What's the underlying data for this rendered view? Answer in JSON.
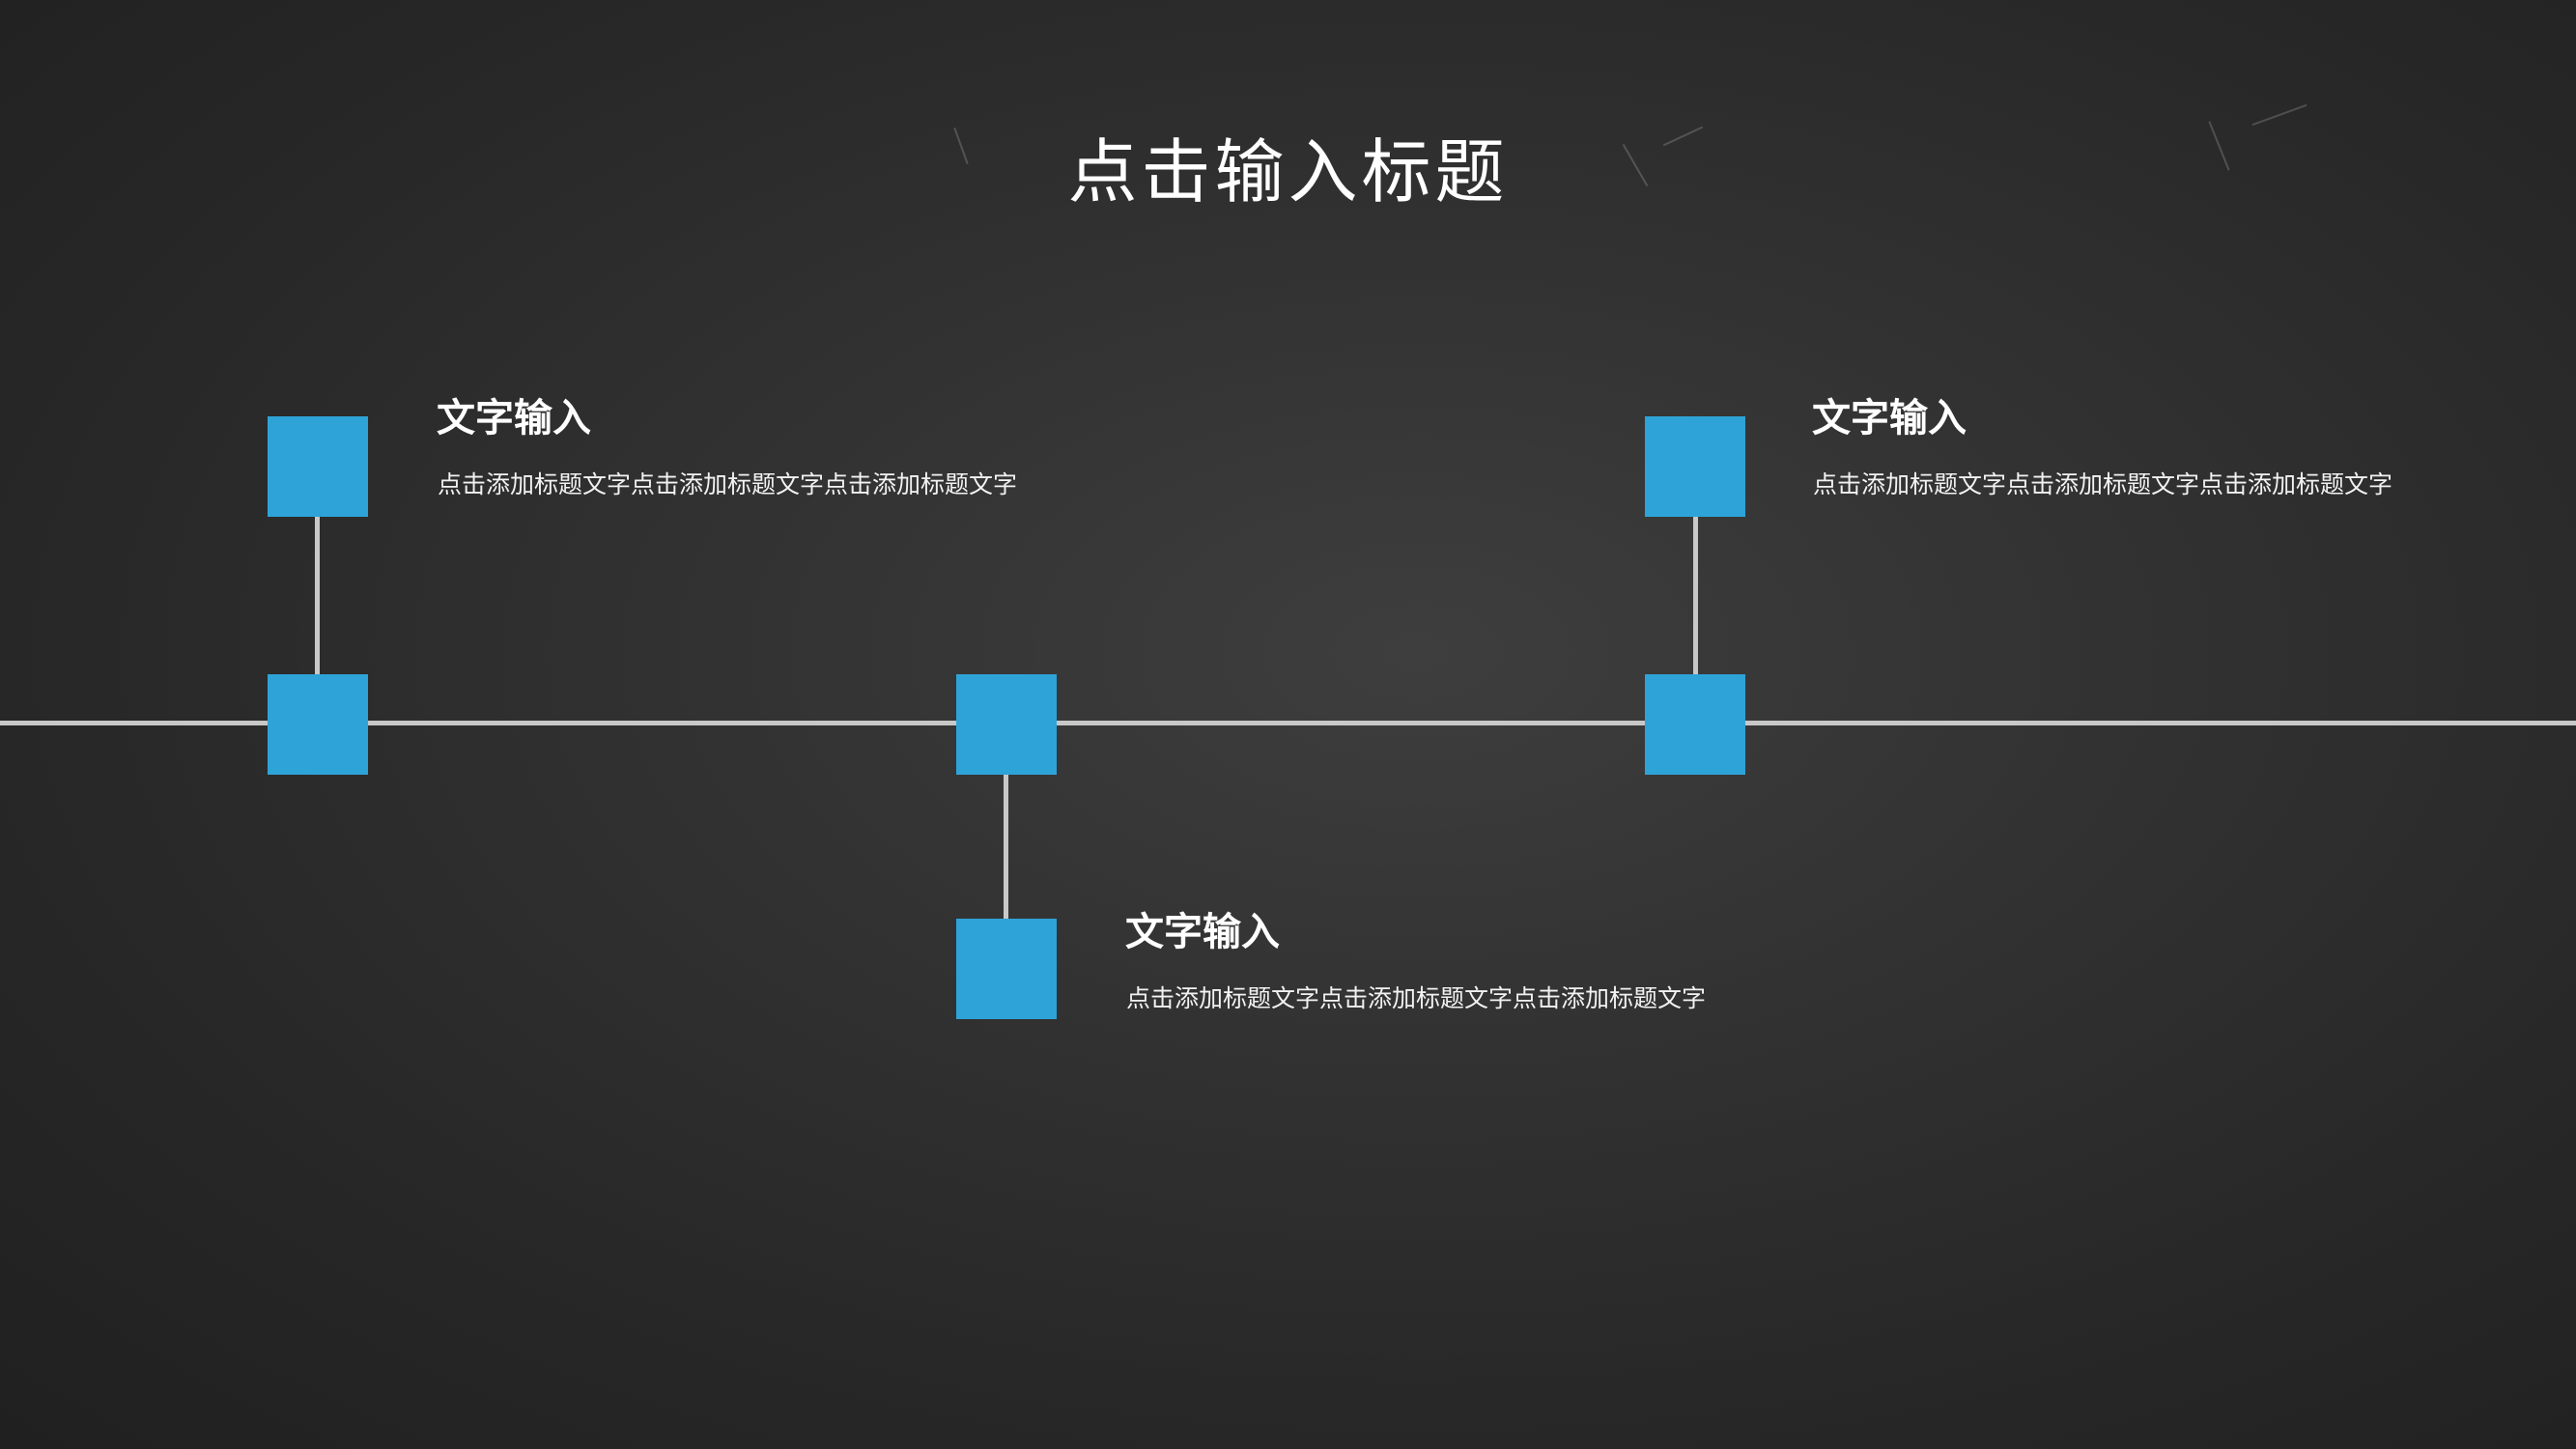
{
  "slide": {
    "title": "点击输入标题"
  },
  "items": [
    {
      "heading": "文字输入",
      "body": "点击添加标题文字点击添加标题文字点击添加标题文字"
    },
    {
      "heading": "文字输入",
      "body": "点击添加标题文字点击添加标题文字点击添加标题文字"
    },
    {
      "heading": "文字输入",
      "body": "点击添加标题文字点击添加标题文字点击添加标题文字"
    }
  ],
  "colors": {
    "background": "#2f2f2f",
    "node": "#2ea3d8",
    "line": "#c8c8c8",
    "text": "#ffffff"
  }
}
